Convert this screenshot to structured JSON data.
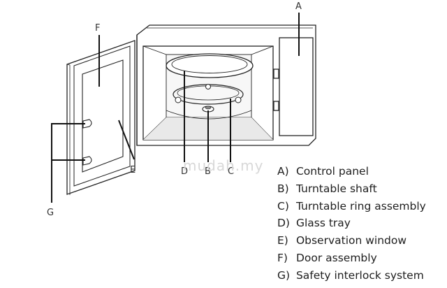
{
  "callouts": {
    "A": "A",
    "B": "B",
    "C": "C",
    "D": "D",
    "E": "E",
    "F": "F",
    "G": "G"
  },
  "legend": [
    {
      "key": "A)",
      "text": "Control panel"
    },
    {
      "key": "B)",
      "text": "Turntable shaft"
    },
    {
      "key": "C)",
      "text": "Turntable ring assembly"
    },
    {
      "key": "D)",
      "text": "Glass tray"
    },
    {
      "key": "E)",
      "text": "Observation window"
    },
    {
      "key": "F)",
      "text": "Door assembly"
    },
    {
      "key": "G)",
      "text": "Safety interlock system"
    }
  ],
  "watermark": "mudah.my",
  "colors": {
    "line": "#222222",
    "cavity_shade": "#e9e9e9",
    "watermark": "#d8d8d8"
  }
}
